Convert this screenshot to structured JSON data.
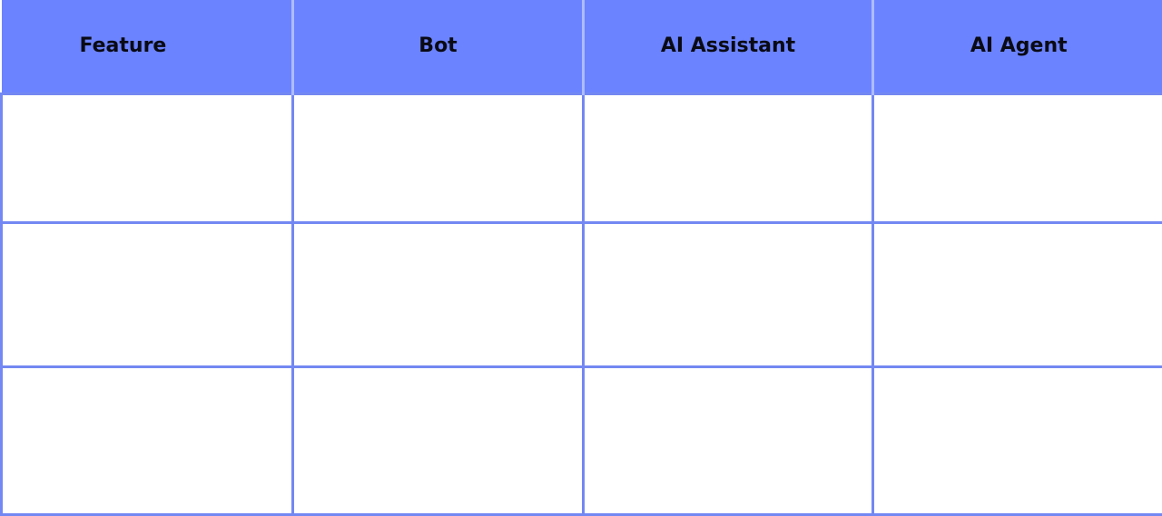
{
  "table": {
    "columns": [
      "Feature",
      "Bot",
      "AI Assistant",
      "AI Agent"
    ],
    "rows": [
      [
        "",
        "",
        "",
        ""
      ],
      [
        "",
        "",
        "",
        ""
      ],
      [
        "",
        "",
        "",
        ""
      ]
    ]
  },
  "colors": {
    "header_bg": "#6b83ff",
    "header_divider": "#aebcff",
    "grid_line": "#7388f2",
    "header_text": "#0a0a14"
  }
}
